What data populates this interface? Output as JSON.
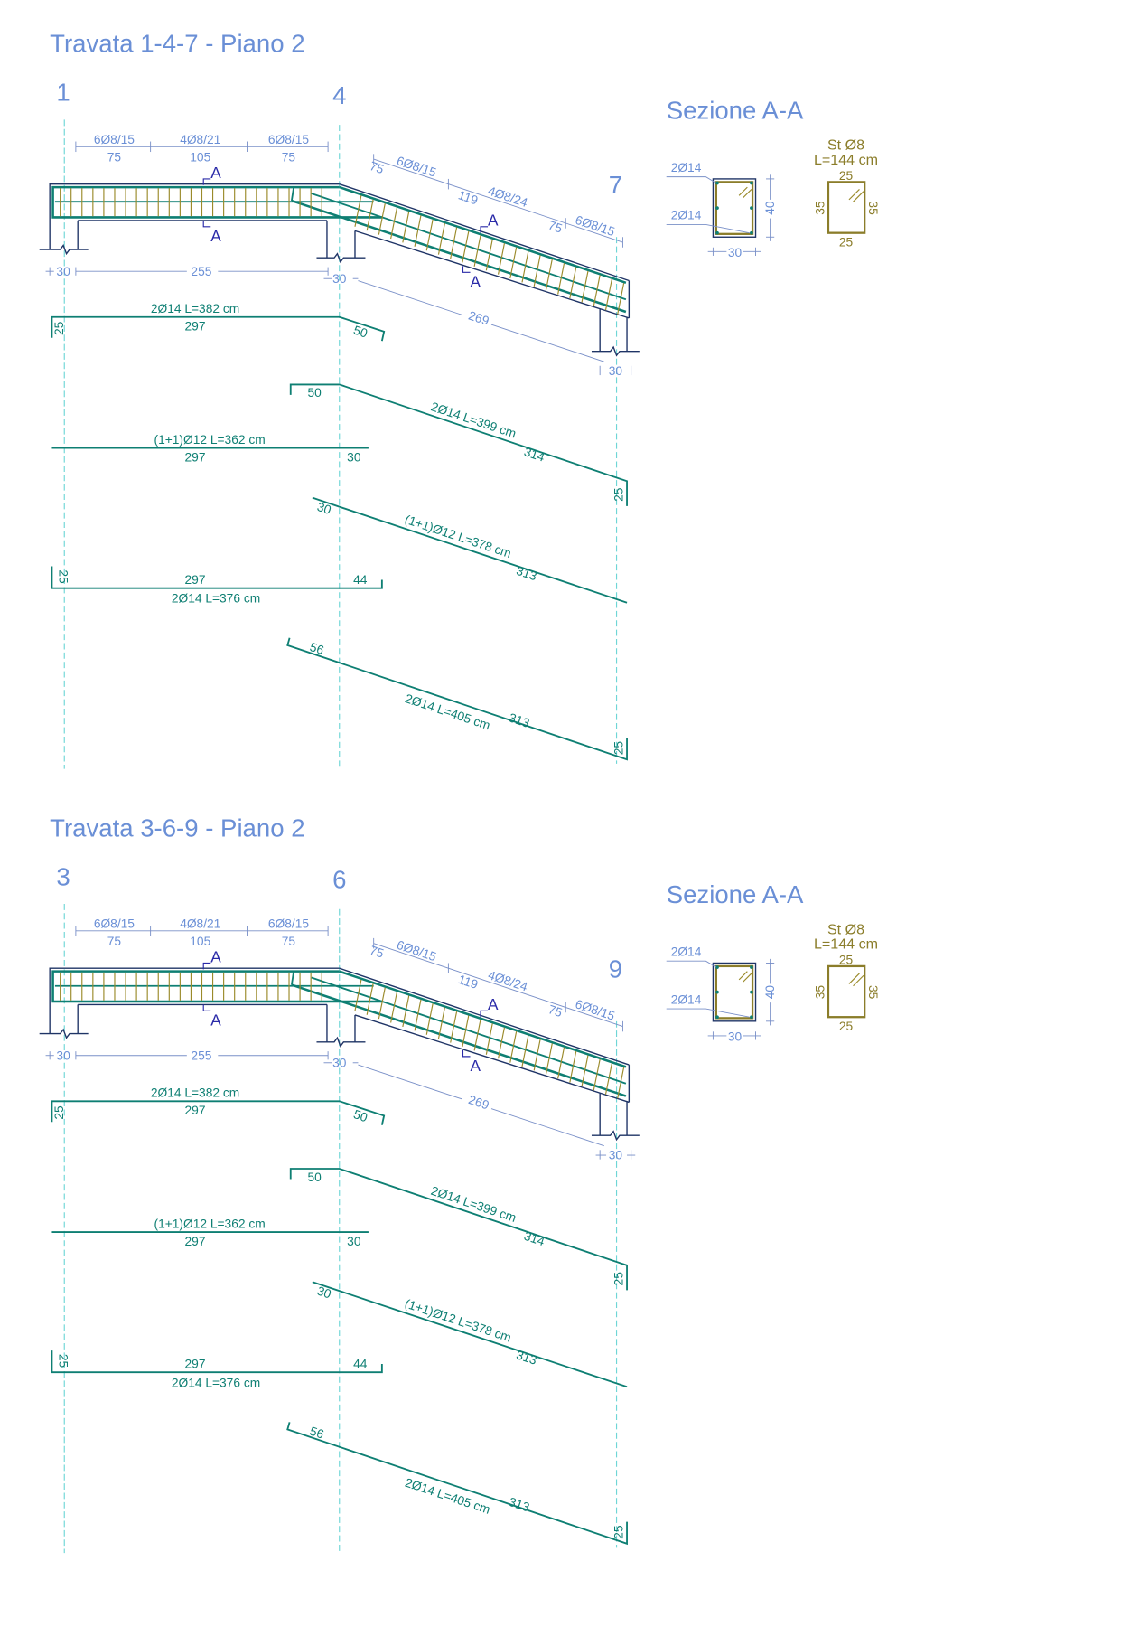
{
  "drawings": [
    {
      "title": "Travata 1-4-7 - Piano 2",
      "grids": [
        "1",
        "4",
        "7"
      ],
      "section_mark": "A",
      "stirrups_flat": [
        {
          "spec": "6Ø8/15",
          "len": "75"
        },
        {
          "spec": "4Ø8/21",
          "len": "105"
        },
        {
          "spec": "6Ø8/15",
          "len": "75"
        }
      ],
      "stirrups_slope": [
        {
          "spec": "6Ø8/15",
          "len": "75"
        },
        {
          "spec": "4Ø8/24",
          "len": "119"
        },
        {
          "spec": "6Ø8/15",
          "len": "75"
        }
      ],
      "dims": {
        "col1": "30",
        "span1": "255",
        "col2": "30",
        "span2": "269",
        "col3": "30"
      },
      "bars": {
        "top_flat": {
          "label": "2Ø14 L=382 cm",
          "len": "297",
          "hook": "25",
          "tail": "50"
        },
        "top_slope": {
          "label": "2Ø14 L=399 cm",
          "len": "314",
          "head": "50",
          "hook": "25"
        },
        "mid_flat": {
          "label": "(1+1)Ø12 L=362 cm",
          "len": "297",
          "tail": "30"
        },
        "mid_slope": {
          "label": "(1+1)Ø12 L=378 cm",
          "len": "313",
          "head": "30"
        },
        "bot_flat": {
          "label": "2Ø14 L=376 cm",
          "len": "297",
          "hook": "25",
          "tail": "44"
        },
        "bot_slope": {
          "label": "2Ø14 L=405 cm",
          "len": "313",
          "head": "56",
          "hook": "25"
        }
      },
      "section": {
        "title": "Sezione A-A",
        "top_bars": "2Ø14",
        "bottom_bars": "2Ø14",
        "height": "40",
        "width": "30",
        "stirrup": {
          "name": "St Ø8",
          "length": "L=144 cm",
          "top": "25",
          "bottom": "25",
          "left": "35",
          "right": "35"
        }
      }
    },
    {
      "title": "Travata 3-6-9 - Piano 2",
      "grids": [
        "3",
        "6",
        "9"
      ],
      "section_mark": "A",
      "stirrups_flat": [
        {
          "spec": "6Ø8/15",
          "len": "75"
        },
        {
          "spec": "4Ø8/21",
          "len": "105"
        },
        {
          "spec": "6Ø8/15",
          "len": "75"
        }
      ],
      "stirrups_slope": [
        {
          "spec": "6Ø8/15",
          "len": "75"
        },
        {
          "spec": "4Ø8/24",
          "len": "119"
        },
        {
          "spec": "6Ø8/15",
          "len": "75"
        }
      ],
      "dims": {
        "col1": "30",
        "span1": "255",
        "col2": "30",
        "span2": "269",
        "col3": "30"
      },
      "bars": {
        "top_flat": {
          "label": "2Ø14 L=382 cm",
          "len": "297",
          "hook": "25",
          "tail": "50"
        },
        "top_slope": {
          "label": "2Ø14 L=399 cm",
          "len": "314",
          "head": "50",
          "hook": "25"
        },
        "mid_flat": {
          "label": "(1+1)Ø12 L=362 cm",
          "len": "297",
          "tail": "30"
        },
        "mid_slope": {
          "label": "(1+1)Ø12 L=378 cm",
          "len": "313",
          "head": "30"
        },
        "bot_flat": {
          "label": "2Ø14 L=376 cm",
          "len": "297",
          "hook": "25",
          "tail": "44"
        },
        "bot_slope": {
          "label": "2Ø14 L=405 cm",
          "len": "313",
          "head": "56",
          "hook": "25"
        }
      },
      "section": {
        "title": "Sezione A-A",
        "top_bars": "2Ø14",
        "bottom_bars": "2Ø14",
        "height": "40",
        "width": "30",
        "stirrup": {
          "name": "St Ø8",
          "length": "L=144 cm",
          "top": "25",
          "bottom": "25",
          "left": "35",
          "right": "35"
        }
      }
    }
  ]
}
